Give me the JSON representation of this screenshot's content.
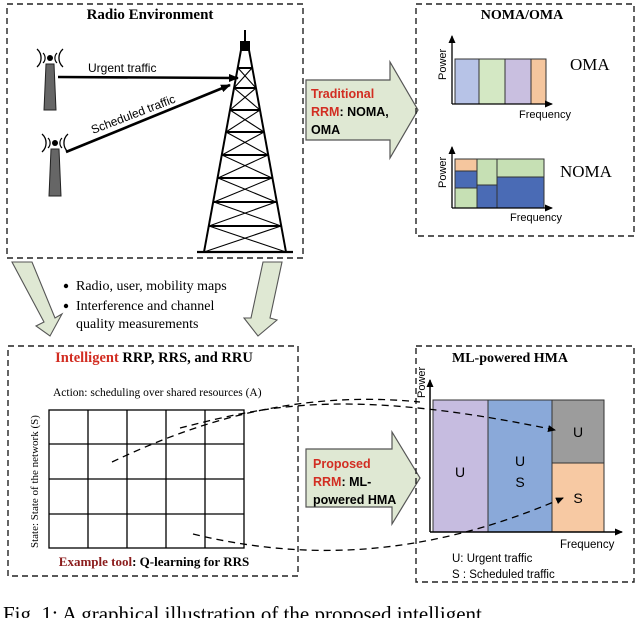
{
  "radio_env": {
    "title": "Radio Environment",
    "urgent_label": "Urgent traffic",
    "scheduled_label": "Scheduled traffic"
  },
  "traditional": {
    "line1": "Traditional",
    "line2a": "RRM",
    "line2b": ": NOMA,",
    "line3": "OMA"
  },
  "noma_oma": {
    "title": "NOMA/OMA",
    "oma_label": "OMA",
    "noma_label": "NOMA",
    "power_label": "Power",
    "frequency_label": "Frequency"
  },
  "inputs": {
    "item1": "Radio, user, mobility maps",
    "item2a": "Interference and channel",
    "item2b": "quality measurements"
  },
  "intelligent": {
    "title_red": "Intelligent",
    "title_rest": " RRP, RRS, and RRU",
    "action": "Action: scheduling over shared resources (A)",
    "state": "State: State of the network (S)",
    "example_red": "Example tool",
    "example_rest": ": Q-learning for RRS"
  },
  "proposed": {
    "line1": "Proposed",
    "line2a": "RRM",
    "line2b": ": ML-",
    "line3": "powered HMA"
  },
  "hma": {
    "title": "ML-powered HMA",
    "power_label": "Power",
    "frequency_label": "Frequency",
    "block_u1": "U",
    "block_us_u": "U",
    "block_us_s": "S",
    "block_u2": "U",
    "block_s": "S",
    "legend_u": "U: Urgent traffic",
    "legend_s": "S : Scheduled traffic"
  },
  "caption": "Fig. 1: A graphical illustration of the proposed intelligent",
  "colors": {
    "oma_blue": "#b7c3e7",
    "oma_green": "#d4e8c4",
    "oma_purple": "#c9bfe0",
    "noma_blue": "#4a6bb5",
    "noma_orange": "#f5c69e",
    "noma_green": "#c6e0b4",
    "hma_purple": "#c6bce0",
    "hma_blue": "#8aa9d9",
    "hma_gray": "#9c9c9c",
    "hma_orange": "#f7c9a3",
    "arrow_fill": "#dfe8d3",
    "red_text": "#d22d22",
    "dark_red_text": "#8b1c1c"
  }
}
